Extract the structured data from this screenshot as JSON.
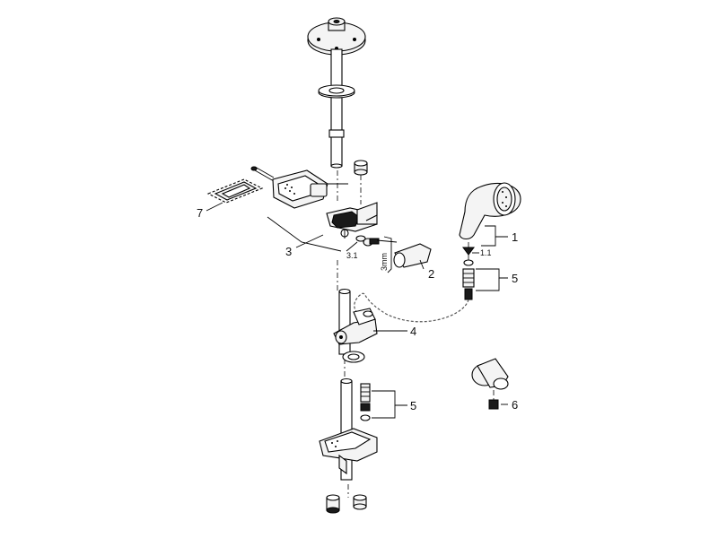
{
  "labels": {
    "p1": "1",
    "p1_1": "1.1",
    "p2": "2",
    "p3": "3",
    "p3_1": "3.1",
    "p3mm": "3mm",
    "p4": "4",
    "p5_top": "5",
    "p5_bottom": "5",
    "p6": "6",
    "p7": "7"
  }
}
